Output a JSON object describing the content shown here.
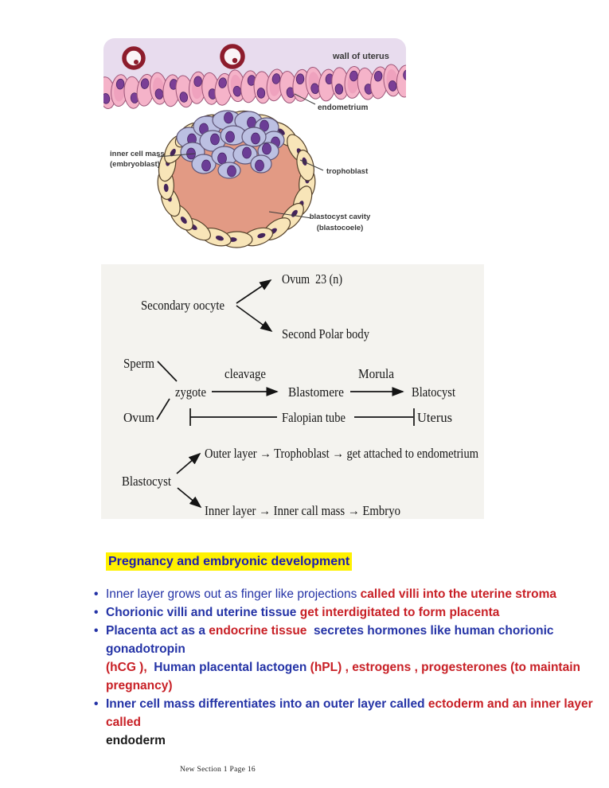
{
  "colors": {
    "blue": "#2433a6",
    "red": "#c82026",
    "black": "#1a1a1a",
    "heading_blue": "#1c1cae",
    "highlight_yellow": "#fff100",
    "flowchart_bg": "#f4f3ef",
    "lavender": "#e8dcee",
    "pink_cell": "#f5b3c9",
    "nucleus_purple": "#7b3f96",
    "cream_cell": "#f8e5b8",
    "cavity_salmon": "#e29a84",
    "icm_blue_cell": "#bcc0e2",
    "vessel_red": "#8d1c2c"
  },
  "figure1": {
    "labels": {
      "wall_of_uterus": "wall of uterus",
      "endometrium": "endometrium",
      "inner_cell_mass_line1": "inner cell mass",
      "inner_cell_mass_line2": "(embryoblast)",
      "trophoblast": "trophoblast",
      "cavity_line1": "blastocyst cavity",
      "cavity_line2": "(blastocoele)"
    }
  },
  "flowchart": {
    "secondary_oocyte": "Secondary oocyte",
    "ovum_23": "Ovum  23 (n)",
    "second_polar_body": "Second Polar body",
    "sperm": "Sperm",
    "ovum": "Ovum",
    "zygote": "zygote",
    "cleavage": "cleavage",
    "blastomere": "Blastomere",
    "morula": "Morula",
    "blatocyst": "Blatocyst",
    "falopian_tube": "Falopian tube",
    "uterus": "Uterus",
    "blastocyst": "Blastocyst",
    "outer_layer_line": "Outer layer → Trophoblast → get attached to endometrium",
    "inner_layer_line": "Inner layer → Inner call mass → Embryo"
  },
  "notes": {
    "heading": "Pregnancy and embryonic development",
    "lines": [
      {
        "bullet": true,
        "segs": [
          {
            "t": "Inner layer grows out as finger like projections ",
            "c": "blue",
            "w": "normal"
          },
          {
            "t": "called villi into the uterine stroma",
            "c": "red",
            "w": "bold"
          }
        ]
      },
      {
        "bullet": true,
        "segs": [
          {
            "t": "Chorionic villi and uterine tissue ",
            "c": "blue",
            "w": "bold"
          },
          {
            "t": "get interdigitated to form placenta",
            "c": "red",
            "w": "bold"
          }
        ]
      },
      {
        "bullet": true,
        "segs": [
          {
            "t": "Placenta act as a ",
            "c": "blue",
            "w": "bold"
          },
          {
            "t": "endocrine tissue",
            "c": "red",
            "w": "bold"
          },
          {
            "t": "  secretes hormones like human chorionic",
            "c": "blue",
            "w": "bold"
          }
        ]
      },
      {
        "bullet": false,
        "segs": [
          {
            "t": "gonadotropin",
            "c": "blue",
            "w": "bold"
          }
        ]
      },
      {
        "bullet": false,
        "segs": [
          {
            "t": "(hCG ),  ",
            "c": "red",
            "w": "bold"
          },
          {
            "t": "Human placental lactogen ",
            "c": "blue",
            "w": "bold"
          },
          {
            "t": "(hPL) , estrogens , progesterones (to maintain",
            "c": "red",
            "w": "bold"
          }
        ]
      },
      {
        "bullet": false,
        "segs": [
          {
            "t": "pregnancy)",
            "c": "red",
            "w": "bold"
          }
        ]
      },
      {
        "bullet": true,
        "segs": [
          {
            "t": "Inner cell mass differentiates into an outer layer called ",
            "c": "blue",
            "w": "bold"
          },
          {
            "t": "ectoderm and an inner layer",
            "c": "red",
            "w": "bold"
          }
        ]
      },
      {
        "bullet": false,
        "segs": [
          {
            "t": "called",
            "c": "red",
            "w": "bold"
          }
        ]
      },
      {
        "bullet": false,
        "segs": [
          {
            "t": "endoderm",
            "c": "black",
            "w": "bold"
          }
        ]
      }
    ]
  },
  "footer": "New Section 1 Page 16"
}
